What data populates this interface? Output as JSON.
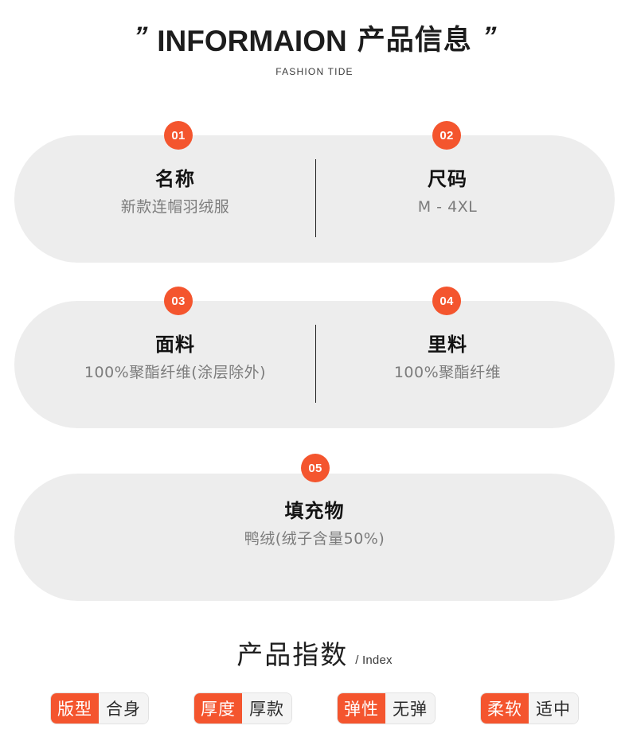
{
  "header": {
    "quote_open": "”",
    "quote_close": "”",
    "title_en": "INFORMAION",
    "title_cn": "产品信息",
    "subtitle": "FASHION TIDE"
  },
  "colors": {
    "accent": "#f4552e",
    "panel_bg": "#ededed",
    "label_text": "#131313",
    "value_text": "#7c7c7c",
    "tag_value_bg": "#f4f4f4",
    "divider": "#202020",
    "page_bg": "#ffffff"
  },
  "info_rows": [
    {
      "cells": [
        {
          "badge": "01",
          "label": "名称",
          "value": "新款连帽羽绒服"
        },
        {
          "badge": "02",
          "label": "尺码",
          "value": "M - 4XL"
        }
      ]
    },
    {
      "cells": [
        {
          "badge": "03",
          "label": "面料",
          "value": "100%聚酯纤维(涂层除外)"
        },
        {
          "badge": "04",
          "label": "里料",
          "value": "100%聚酯纤维"
        }
      ]
    },
    {
      "cells": [
        {
          "badge": "05",
          "label": "填充物",
          "value": "鸭绒(绒子含量50%)"
        }
      ]
    }
  ],
  "index_section": {
    "heading_cn": "产品指数",
    "heading_en": "/ Index",
    "tags": [
      {
        "key": "版型",
        "value": "合身"
      },
      {
        "key": "厚度",
        "value": "厚款"
      },
      {
        "key": "弹性",
        "value": "无弹"
      },
      {
        "key": "柔软",
        "value": "适中"
      }
    ]
  }
}
